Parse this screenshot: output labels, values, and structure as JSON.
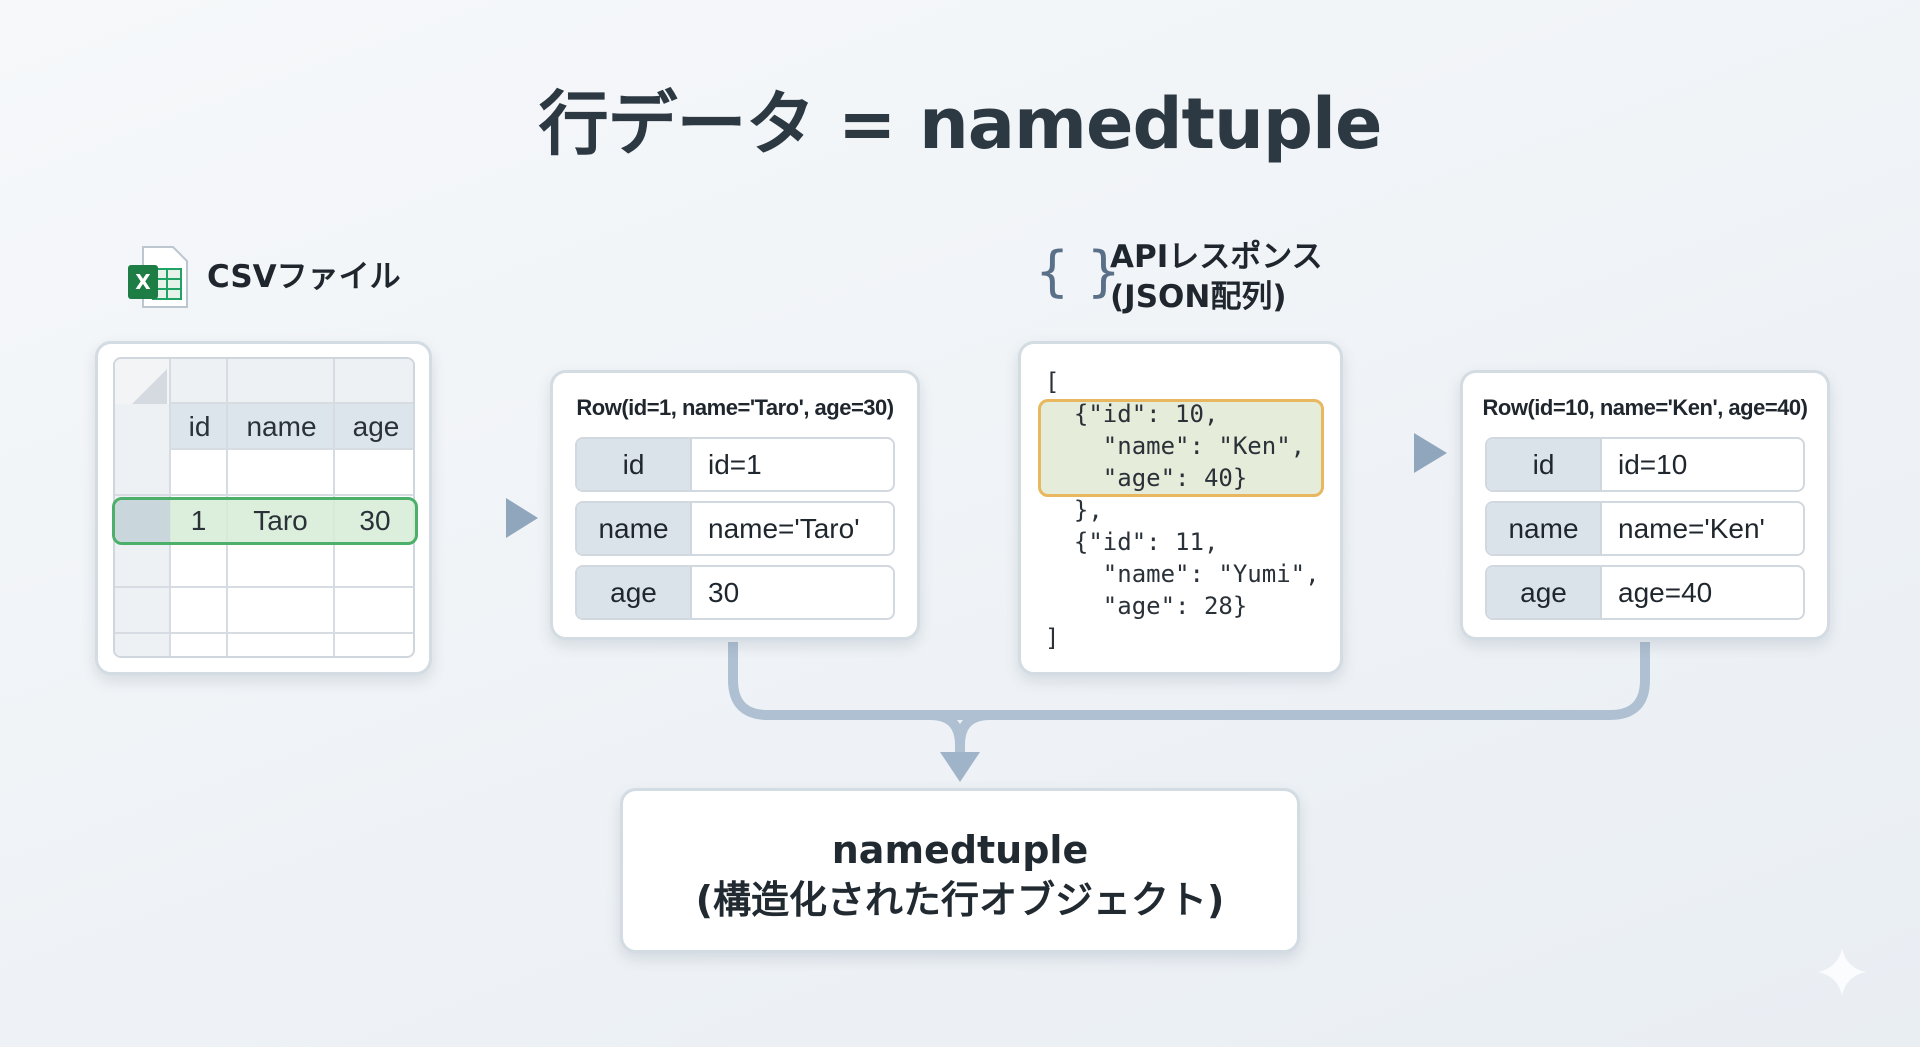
{
  "title": "行データ = namedtuple",
  "csv": {
    "label": "CSVファイル",
    "icon": "excel-file-icon",
    "headers": [
      "id",
      "name",
      "age"
    ],
    "row": [
      "1",
      "Taro",
      "30"
    ]
  },
  "api": {
    "label_line1": "APIレスポンス",
    "label_line2": "(JSON配列)",
    "icon": "curly-braces-icon",
    "code": [
      "[",
      "  {\"id\": 10,",
      "    \"name\": \"Ken\",",
      "    \"age\": 40}",
      "  },",
      "  {\"id\": 11,",
      "    \"name\": \"Yumi\",",
      "    \"age\": 28}",
      "]"
    ]
  },
  "row1": {
    "header": "Row(id=1, name='Taro', age=30)",
    "fields": [
      {
        "k": "id",
        "v": "id=1"
      },
      {
        "k": "name",
        "v": "name='Taro'"
      },
      {
        "k": "age",
        "v": "30"
      }
    ]
  },
  "row2": {
    "header": "Row(id=10, name='Ken', age=40)",
    "fields": [
      {
        "k": "id",
        "v": "id=10"
      },
      {
        "k": "name",
        "v": "name='Ken'"
      },
      {
        "k": "age",
        "v": "age=40"
      }
    ]
  },
  "result": {
    "line1": "namedtuple",
    "line2": "(構造化された行オブジェクト)"
  },
  "colors": {
    "highlight_green": "#4caf6a",
    "highlight_orange": "#e8b860",
    "arrow": "#a8bccf"
  }
}
